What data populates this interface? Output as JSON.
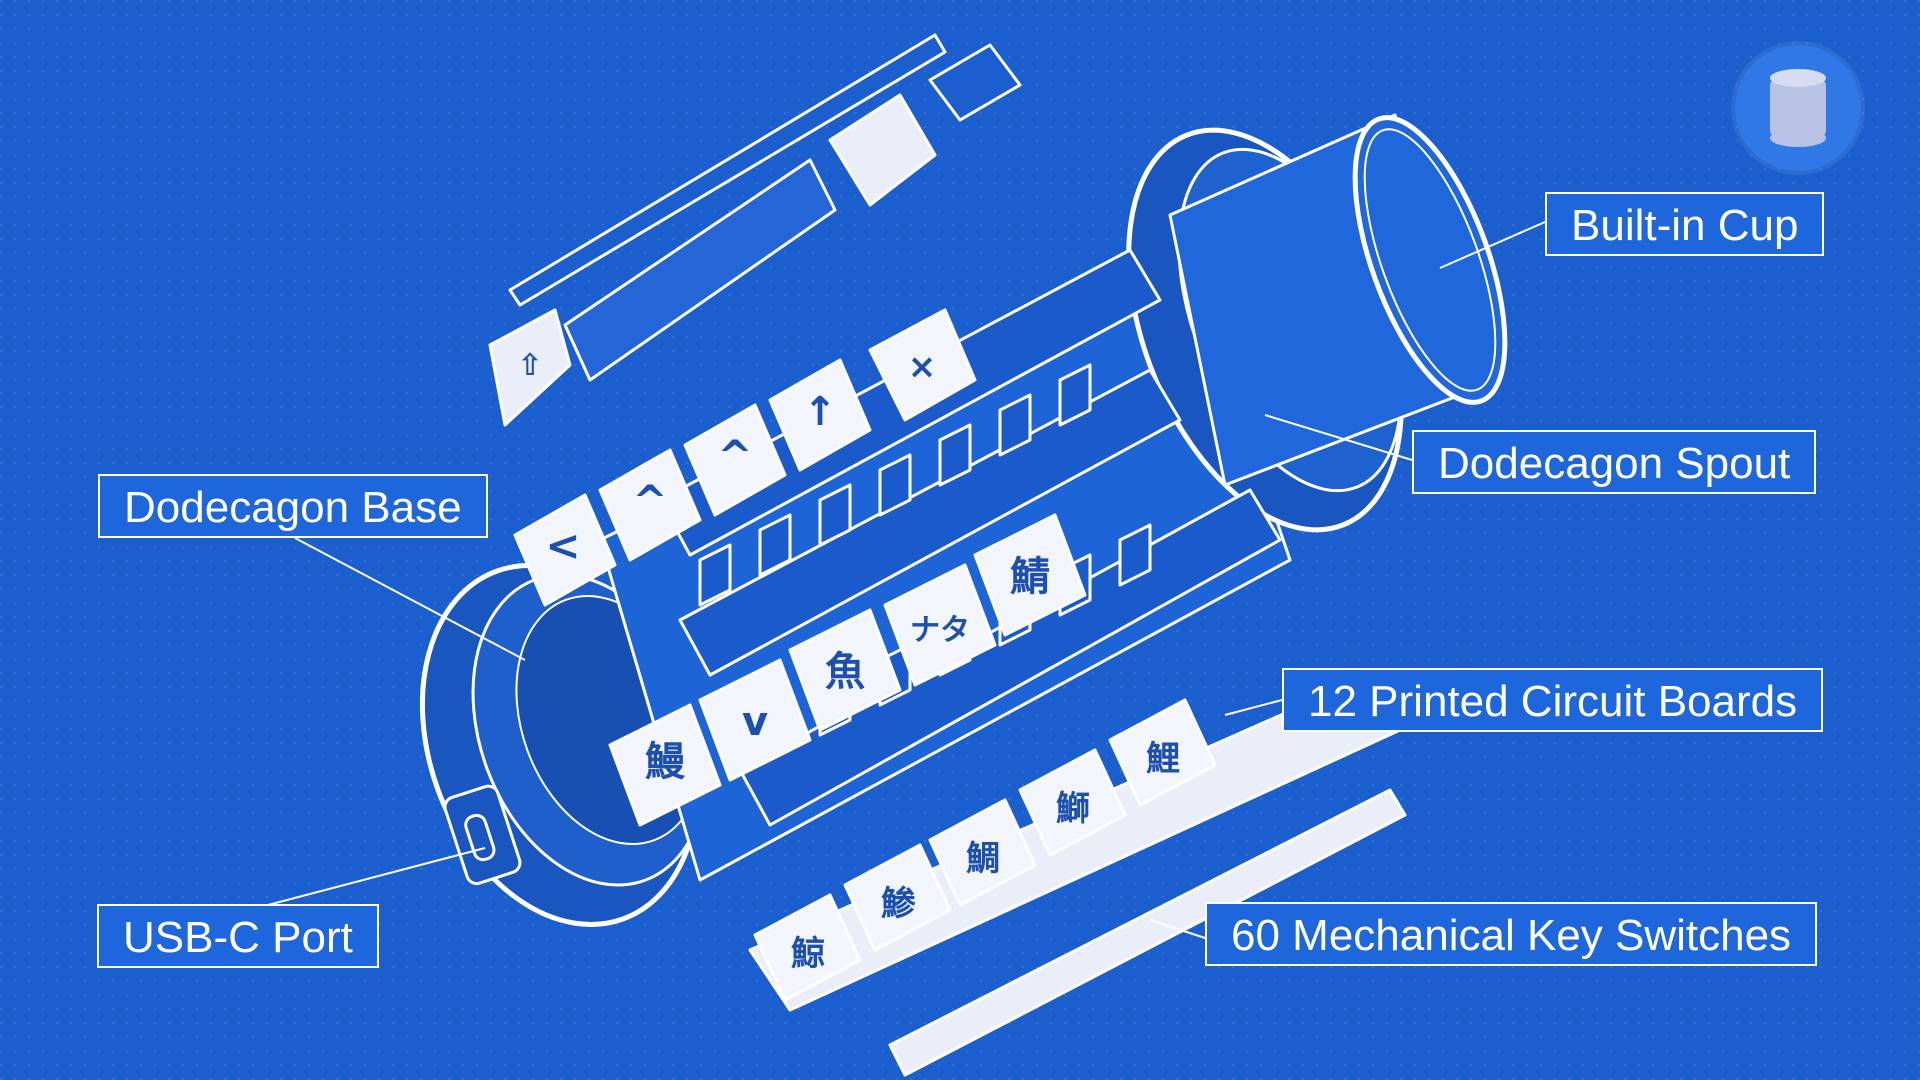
{
  "callouts": {
    "built_in_cup": "Built-in Cup",
    "dodecagon_spout": "Dodecagon Spout",
    "dodecagon_base": "Dodecagon Base",
    "printed_circuit_boards": "12 Printed Circuit Boards",
    "usb_c_port": "USB-C Port",
    "mechanical_key_switches": "60 Mechanical Key Switches"
  },
  "keycap_glyphs": [
    "⇧",
    "<",
    "^",
    "^",
    "↑",
    "×",
    "鰻",
    "v",
    "魚",
    "ナタ",
    "鯖",
    "鯨",
    "鯵",
    "鯛",
    "鰤",
    "鯉"
  ],
  "icons": {
    "badge": "cup-icon"
  },
  "colors": {
    "background": "#1b5fce",
    "line": "#ffffff",
    "callout_fill": "#1d66dc",
    "badge": "#2f78e6",
    "cup_icon": "#b9c3e6"
  }
}
